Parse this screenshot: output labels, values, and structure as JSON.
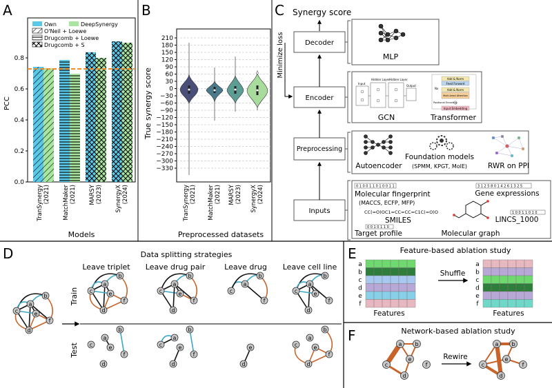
{
  "panels": {
    "A": {
      "letter": "A",
      "legend": [
        "Own",
        "DeepSynergy",
        "O'Neil + Loewe",
        "Drugcomb + Loewe",
        "Drugcomb + S"
      ],
      "ylabel": "PCC",
      "xlabel": "Models",
      "yticks": [
        "0.0",
        "0.2",
        "0.4",
        "0.6",
        "0.8"
      ],
      "models": [
        "TranSynergy\n(2021)",
        "MatchMaker\n(2021)",
        "MARSY\n(2023)",
        "SynergyX\n(2024)"
      ],
      "model_labels": [
        [
          "TranSynergy",
          "(2021)"
        ],
        [
          "MatchMaker",
          "(2021)"
        ],
        [
          "MARSY",
          "(2023)"
        ],
        [
          "SynergyX",
          "(2024)"
        ]
      ],
      "colors": {
        "own": "#5bc8e8",
        "deepsynergy": "#a8e6a0",
        "ref_line": "#f28c28"
      }
    },
    "B": {
      "letter": "B",
      "ylabel": "True synergy score",
      "xlabel": "Preprocessed datasets",
      "yticks": [
        "210",
        "180",
        "150",
        "120",
        "90",
        "60",
        "30",
        "0",
        "−30",
        "−60",
        "−90",
        "−120",
        "−150",
        "−180",
        "−210",
        "−240",
        "−270",
        "−300",
        "−330"
      ],
      "datasets": [
        [
          "TranSynergy",
          "(2021)"
        ],
        [
          "MatchMaker",
          "(2021)"
        ],
        [
          "MARSY",
          "(2023)"
        ],
        [
          "SynergyX",
          "(2024)"
        ]
      ]
    },
    "C": {
      "letter": "C",
      "top": "Synergy score",
      "side": "Minimize loss",
      "stages": [
        "Decoder",
        "Encoder",
        "Preprocessing",
        "Inputs"
      ],
      "decoder_items": [
        "MLP"
      ],
      "encoder_items": [
        "GCN",
        "Transformer"
      ],
      "preproc_items": [
        "Autoencoder",
        "Foundation models",
        "(SPMM, KPGT, MolE)",
        "RWR on PPI"
      ],
      "input_items": [
        "Molecular fingerprint",
        "(MACCS, ECFP, MFP)",
        "Gene expressions",
        "SMILES",
        "LINCS_1000",
        "Target profile",
        "Molecular graph"
      ],
      "smiles_text": "CC(=O)OC1=CC=CC=C1C(=O)O",
      "transformer_blocks": [
        "Add & Norm",
        "Feed Forward",
        "Add & Norm",
        "Multi-head Attention",
        "Input Embedding"
      ],
      "transformer_labels": [
        "Nx",
        "Positional Encoding"
      ],
      "gcn_labels": [
        "Input",
        "Hidden Layer",
        "Hidden Layer",
        "Output"
      ]
    },
    "D": {
      "letter": "D",
      "title": "Data splitting strategies",
      "strategies": [
        "Leave triplet",
        "Leave drug pair",
        "Leave drug",
        "Leave cell line"
      ],
      "rows": [
        "Train",
        "Test"
      ],
      "nodes": [
        "a",
        "b",
        "c",
        "d",
        "e",
        "f"
      ]
    },
    "E": {
      "letter": "E",
      "title": "Feature-based ablation study",
      "action": "Shuffle",
      "xlabel": "Features",
      "rows": [
        "a",
        "b",
        "c",
        "d",
        "e",
        "f"
      ]
    },
    "F": {
      "letter": "F",
      "title": "Network-based ablation study",
      "action": "Rewire",
      "nodes": [
        "a",
        "b",
        "c",
        "d",
        "e",
        "f"
      ]
    }
  }
}
